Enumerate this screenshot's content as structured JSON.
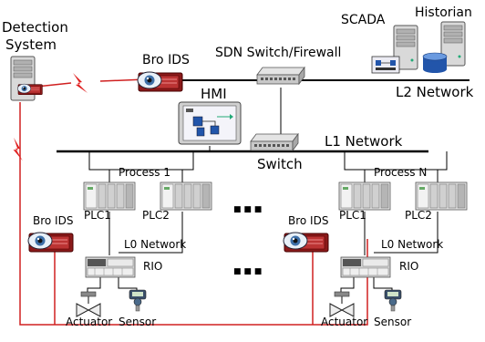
{
  "labels": {
    "detection_system_line1": "Detection",
    "detection_system_line2": "System",
    "scada": "SCADA",
    "historian": "Historian",
    "sdn_switch_firewall": "SDN Switch/Firewall",
    "l2_network": "L2 Network",
    "hmi": "HMI",
    "l1_network": "L1 Network",
    "switch": "Switch",
    "bro_ids": "Bro IDS",
    "process_1": "Process 1",
    "process_n": "Process N",
    "plc1": "PLC1",
    "plc2": "PLC2",
    "l0_network": "L0 Network",
    "rio": "RIO",
    "actuator": "Actuator",
    "sensor": "Sensor",
    "ellipsis": "■ ■ ■"
  },
  "colors": {
    "red_link": "#d02020",
    "black_link": "#000000",
    "device_grey": "#cfcfcf",
    "device_dark": "#8a8a8a",
    "ids_red": "#8b1a1a",
    "db_blue": "#2255aa"
  },
  "icons": {
    "server": "server-tower-icon",
    "ids": "bro-ids-eye-icon",
    "switch": "network-switch-icon",
    "plc": "plc-rack-icon",
    "rio": "remote-io-icon",
    "actuator": "valve-actuator-icon",
    "sensor": "pressure-sensor-icon",
    "database": "database-icon",
    "lightning": "attack-lightning-icon"
  }
}
